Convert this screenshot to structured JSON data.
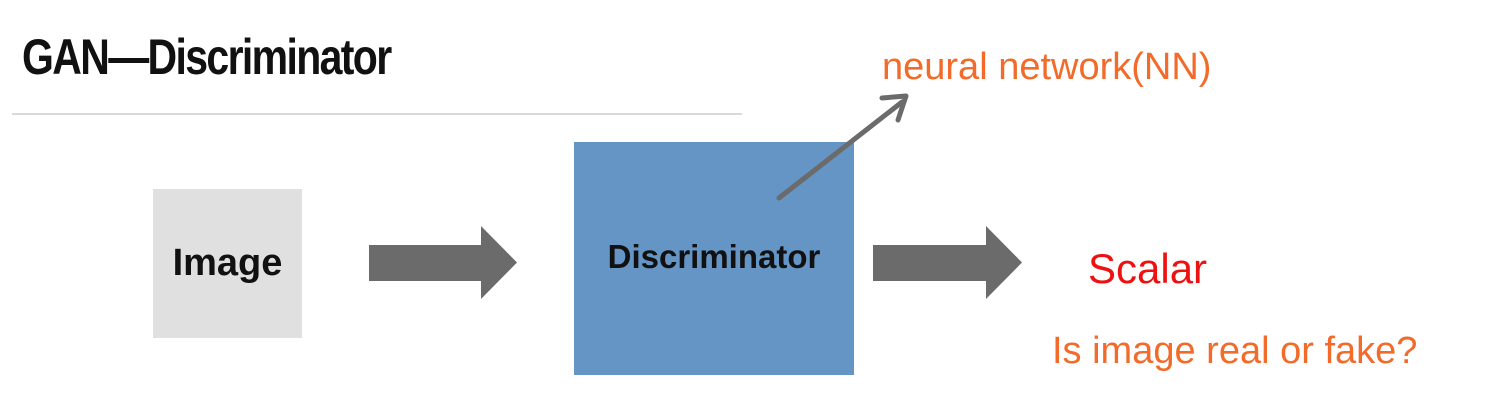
{
  "title": "GAN—Discriminator",
  "input_box": {
    "label": "Image"
  },
  "model_box": {
    "label": "Discriminator"
  },
  "annotations": {
    "model_type": "neural network(NN)",
    "output": "Scalar",
    "question": "Is image real or fake?"
  },
  "colors": {
    "model_box_fill": "#6495c5",
    "input_box_fill": "#e0e0e0",
    "arrow_fill": "#6b6b6b",
    "annotation_orange": "#f26b2a",
    "output_red": "#ee1111"
  }
}
